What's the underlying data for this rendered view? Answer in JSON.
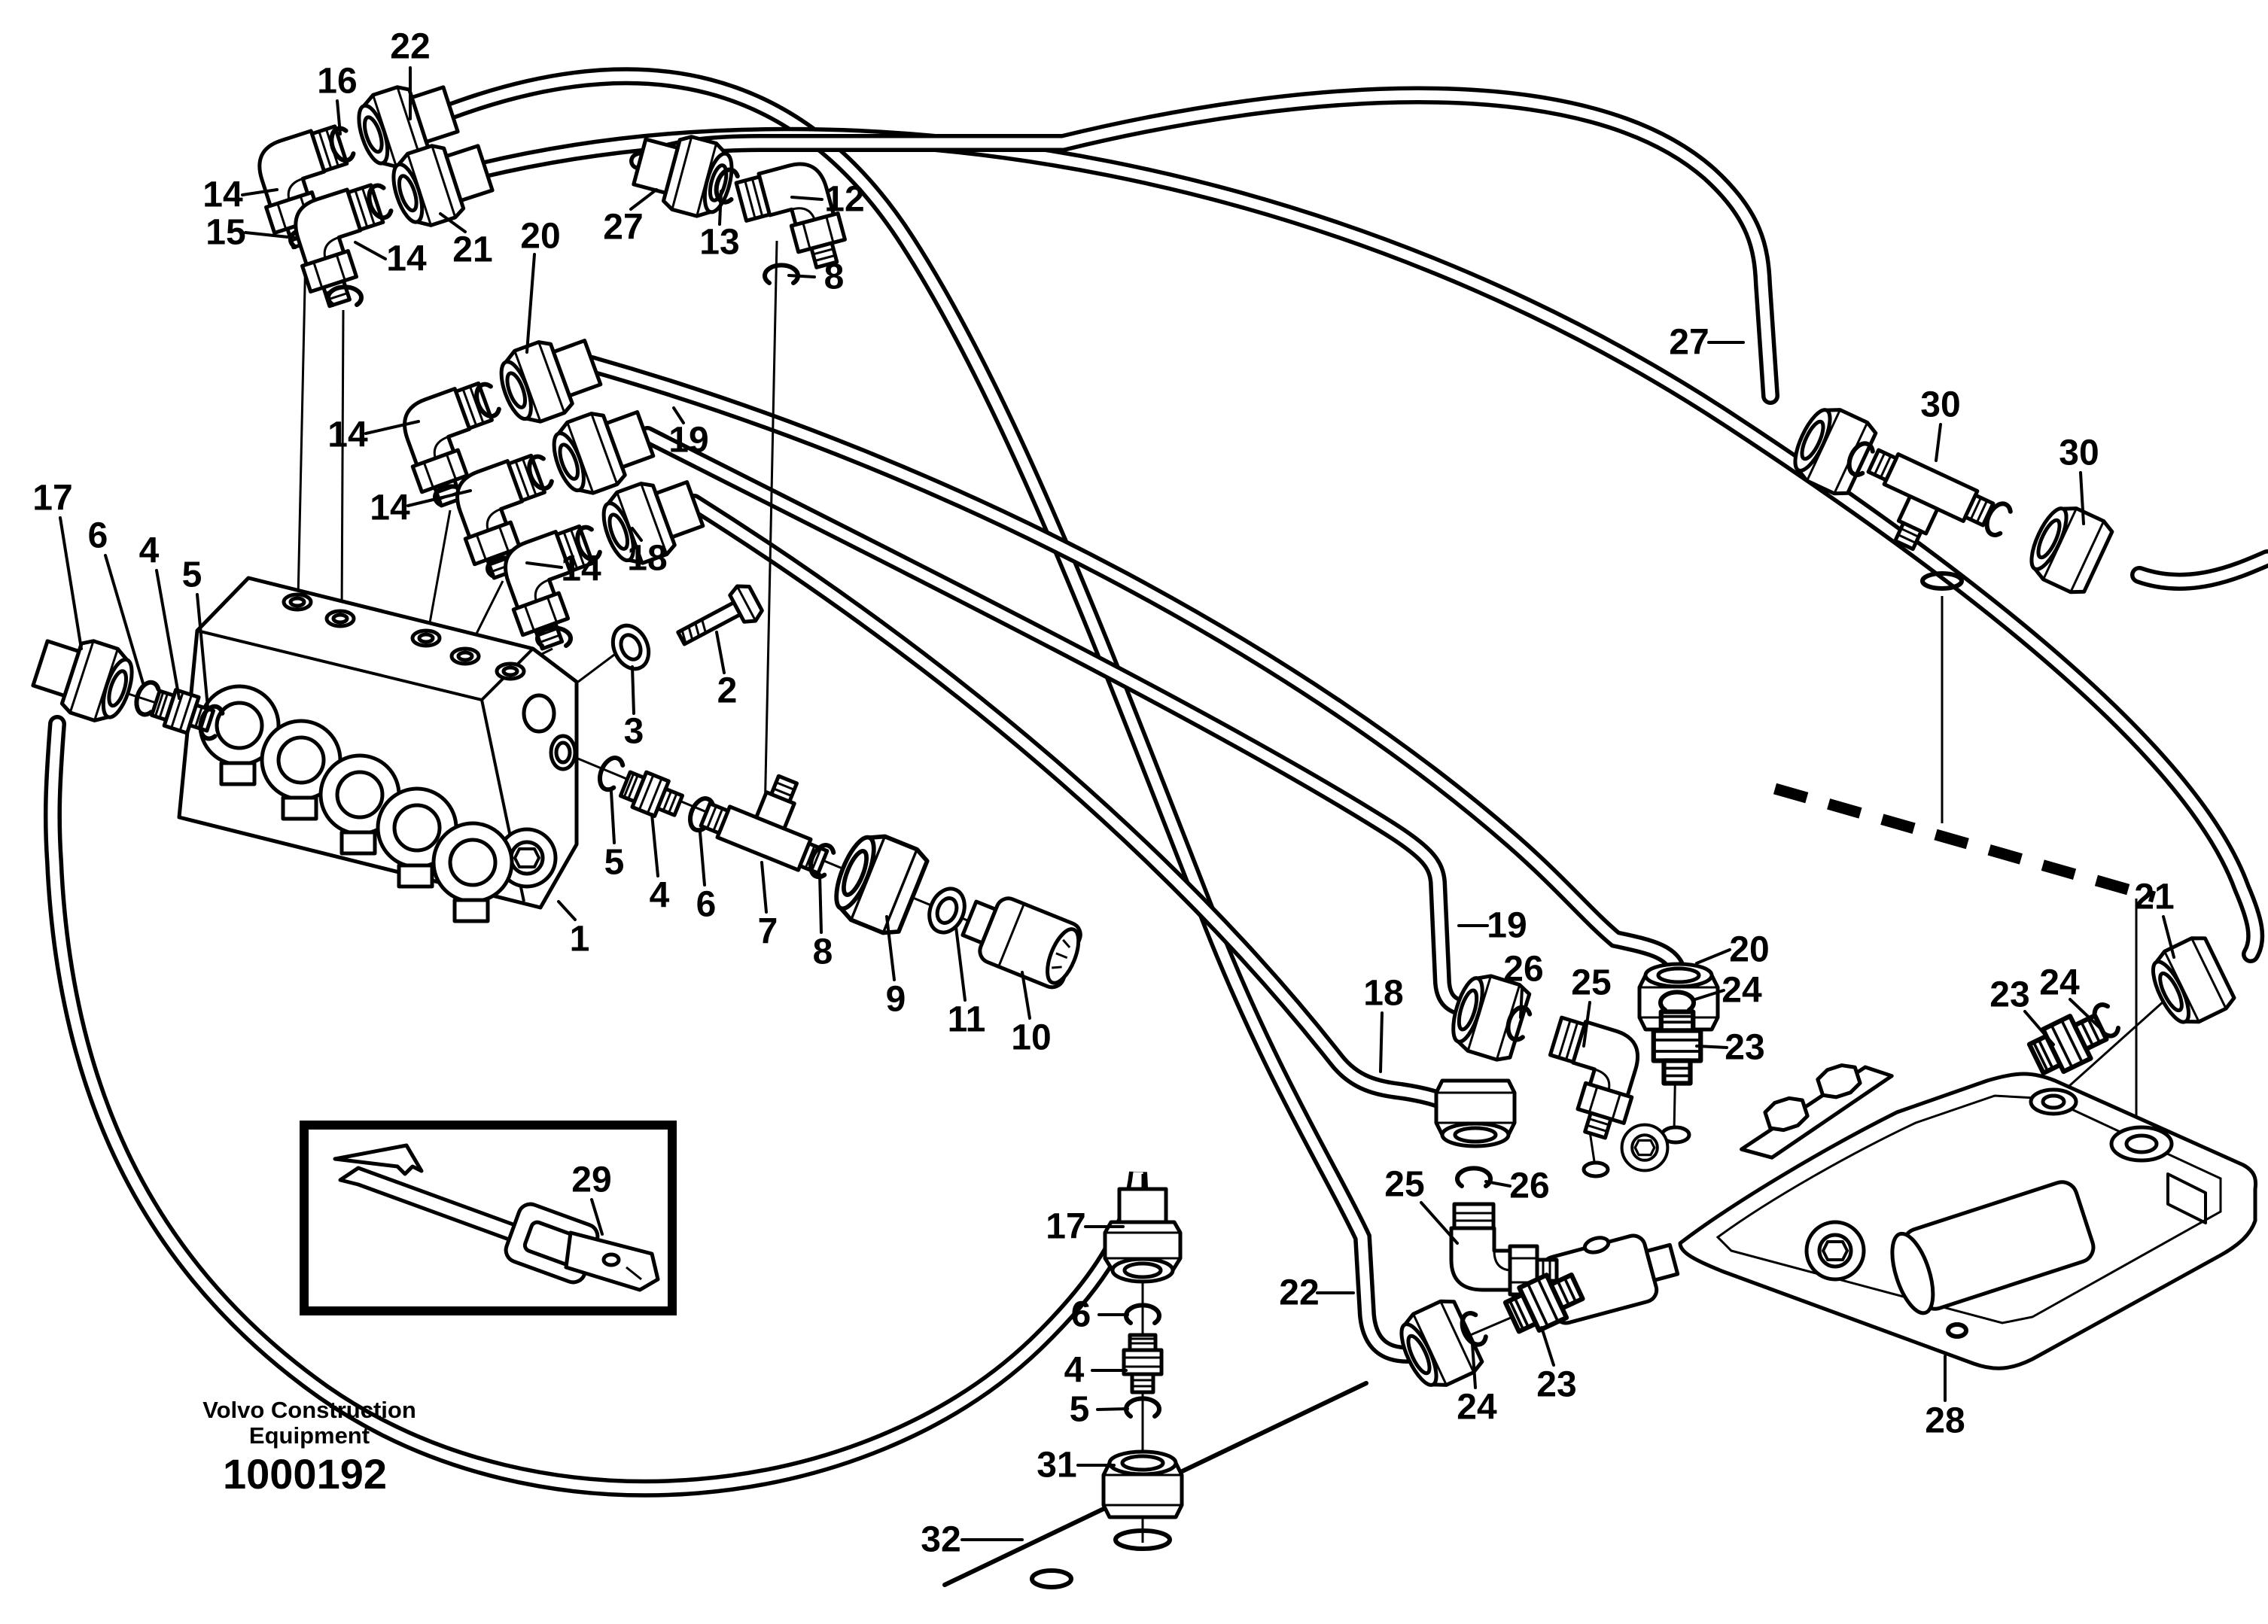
{
  "page": {
    "background": "#ffffff",
    "ink": "#000000"
  },
  "footer": {
    "line1": "Volvo Construction",
    "line2": "Equipment",
    "doc_number": "1000192"
  },
  "callouts": [
    "22",
    "16",
    "14",
    "15",
    "14",
    "21",
    "20",
    "27",
    "13",
    "12",
    "8",
    "14",
    "14",
    "19",
    "18",
    "14",
    "2",
    "3",
    "17",
    "6",
    "4",
    "5",
    "1",
    "5",
    "4",
    "6",
    "7",
    "8",
    "9",
    "11",
    "10",
    "29",
    "17",
    "6",
    "4",
    "5",
    "31",
    "32",
    "22",
    "25",
    "26",
    "24",
    "23",
    "19",
    "20",
    "26",
    "25",
    "18",
    "24",
    "23",
    "21",
    "23",
    "24",
    "27",
    "30",
    "30",
    "28"
  ]
}
